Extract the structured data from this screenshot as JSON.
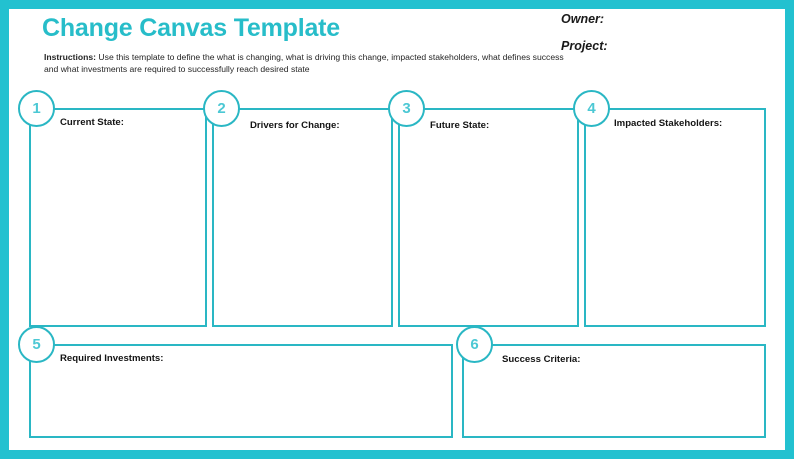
{
  "document": {
    "title": "Change Canvas Template",
    "instructions_label": "Instructions:",
    "instructions_text": " Use this template to define the what is changing, what is driving this change, impacted stakeholders, what defines success and what investments are required to successfully reach desired state",
    "meta": {
      "owner_label": "Owner:",
      "project_label": "Project:"
    },
    "accent_color": "#22c1d0",
    "title_color": "#27bdc9",
    "border_color": "#2ab7c4",
    "number_color": "#4cc8d4"
  },
  "sections": [
    {
      "number": "1",
      "label": "Current State:",
      "value": ""
    },
    {
      "number": "2",
      "label": "Drivers for Change:",
      "value": ""
    },
    {
      "number": "3",
      "label": "Future State:",
      "value": ""
    },
    {
      "number": "4",
      "label": "Impacted Stakeholders:",
      "value": ""
    },
    {
      "number": "5",
      "label": "Required Investments:",
      "value": ""
    },
    {
      "number": "6",
      "label": "Success Criteria:",
      "value": ""
    }
  ]
}
